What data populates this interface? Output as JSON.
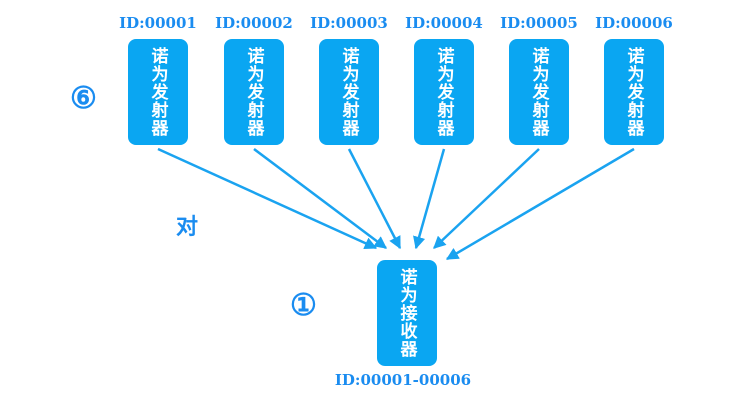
{
  "transmitters": [
    {
      "id_label": "ID:00001",
      "name": "诺为发射器"
    },
    {
      "id_label": "ID:00002",
      "name": "诺为发射器"
    },
    {
      "id_label": "ID:00003",
      "name": "诺为发射器"
    },
    {
      "id_label": "ID:00004",
      "name": "诺为发射器"
    },
    {
      "id_label": "ID:00005",
      "name": "诺为发射器"
    },
    {
      "id_label": "ID:00006",
      "name": "诺为发射器"
    }
  ],
  "transmitter_count": "⑥",
  "relation": "对",
  "receiver": {
    "name": "诺为接收器",
    "count": "①",
    "id_label": "ID:00001-00006"
  },
  "colors": {
    "box": "#0aa6f2",
    "text_accent": "#1a8cf0",
    "arrow": "#1aa3f0"
  }
}
